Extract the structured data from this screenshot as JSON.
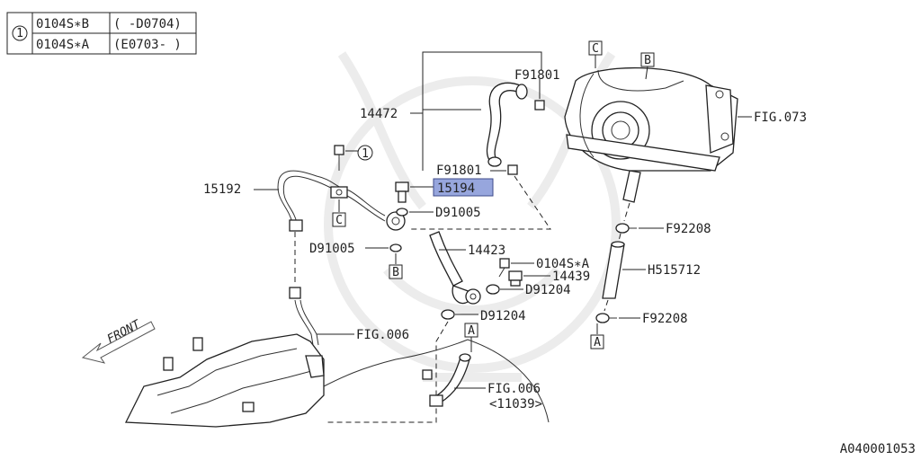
{
  "legend": {
    "marker": "1",
    "rows": [
      {
        "part": "0104S∗B",
        "range": "( -D0704)"
      },
      {
        "part": "0104S∗A",
        "range": "(E0703- )"
      }
    ]
  },
  "labels": {
    "fig_073": "FIG.073",
    "p14472": "14472",
    "f91801_top": "F91801",
    "f91801_mid": "F91801",
    "p15192": "15192",
    "p15194": "15194",
    "d91005_a": "D91005",
    "d91005_b": "D91005",
    "p14423": "14423",
    "p0104s_a": "0104S∗A",
    "p14439": "14439",
    "d91204_a": "D91204",
    "d91204_b": "D91204",
    "f92208_top": "F92208",
    "f92208_bot": "F92208",
    "h515712": "H515712",
    "fig_006_a": "FIG.006",
    "fig_006_b": "FIG.006",
    "fig_006_b_sub": "<11039>",
    "front": "FRONT",
    "ref_a_1": "A",
    "ref_a_2": "A",
    "ref_b_1": "B",
    "ref_b_2": "B",
    "ref_c_1": "C",
    "ref_c_2": "C",
    "circle_1": "1",
    "diagram_id": "A040001053"
  },
  "colors": {
    "highlight": "#97a6dd",
    "line": "#222222",
    "watermark": "#ececec"
  },
  "icons": {
    "front_arrow": "front-arrow-icon",
    "circle_ref": "circled-number-icon"
  }
}
